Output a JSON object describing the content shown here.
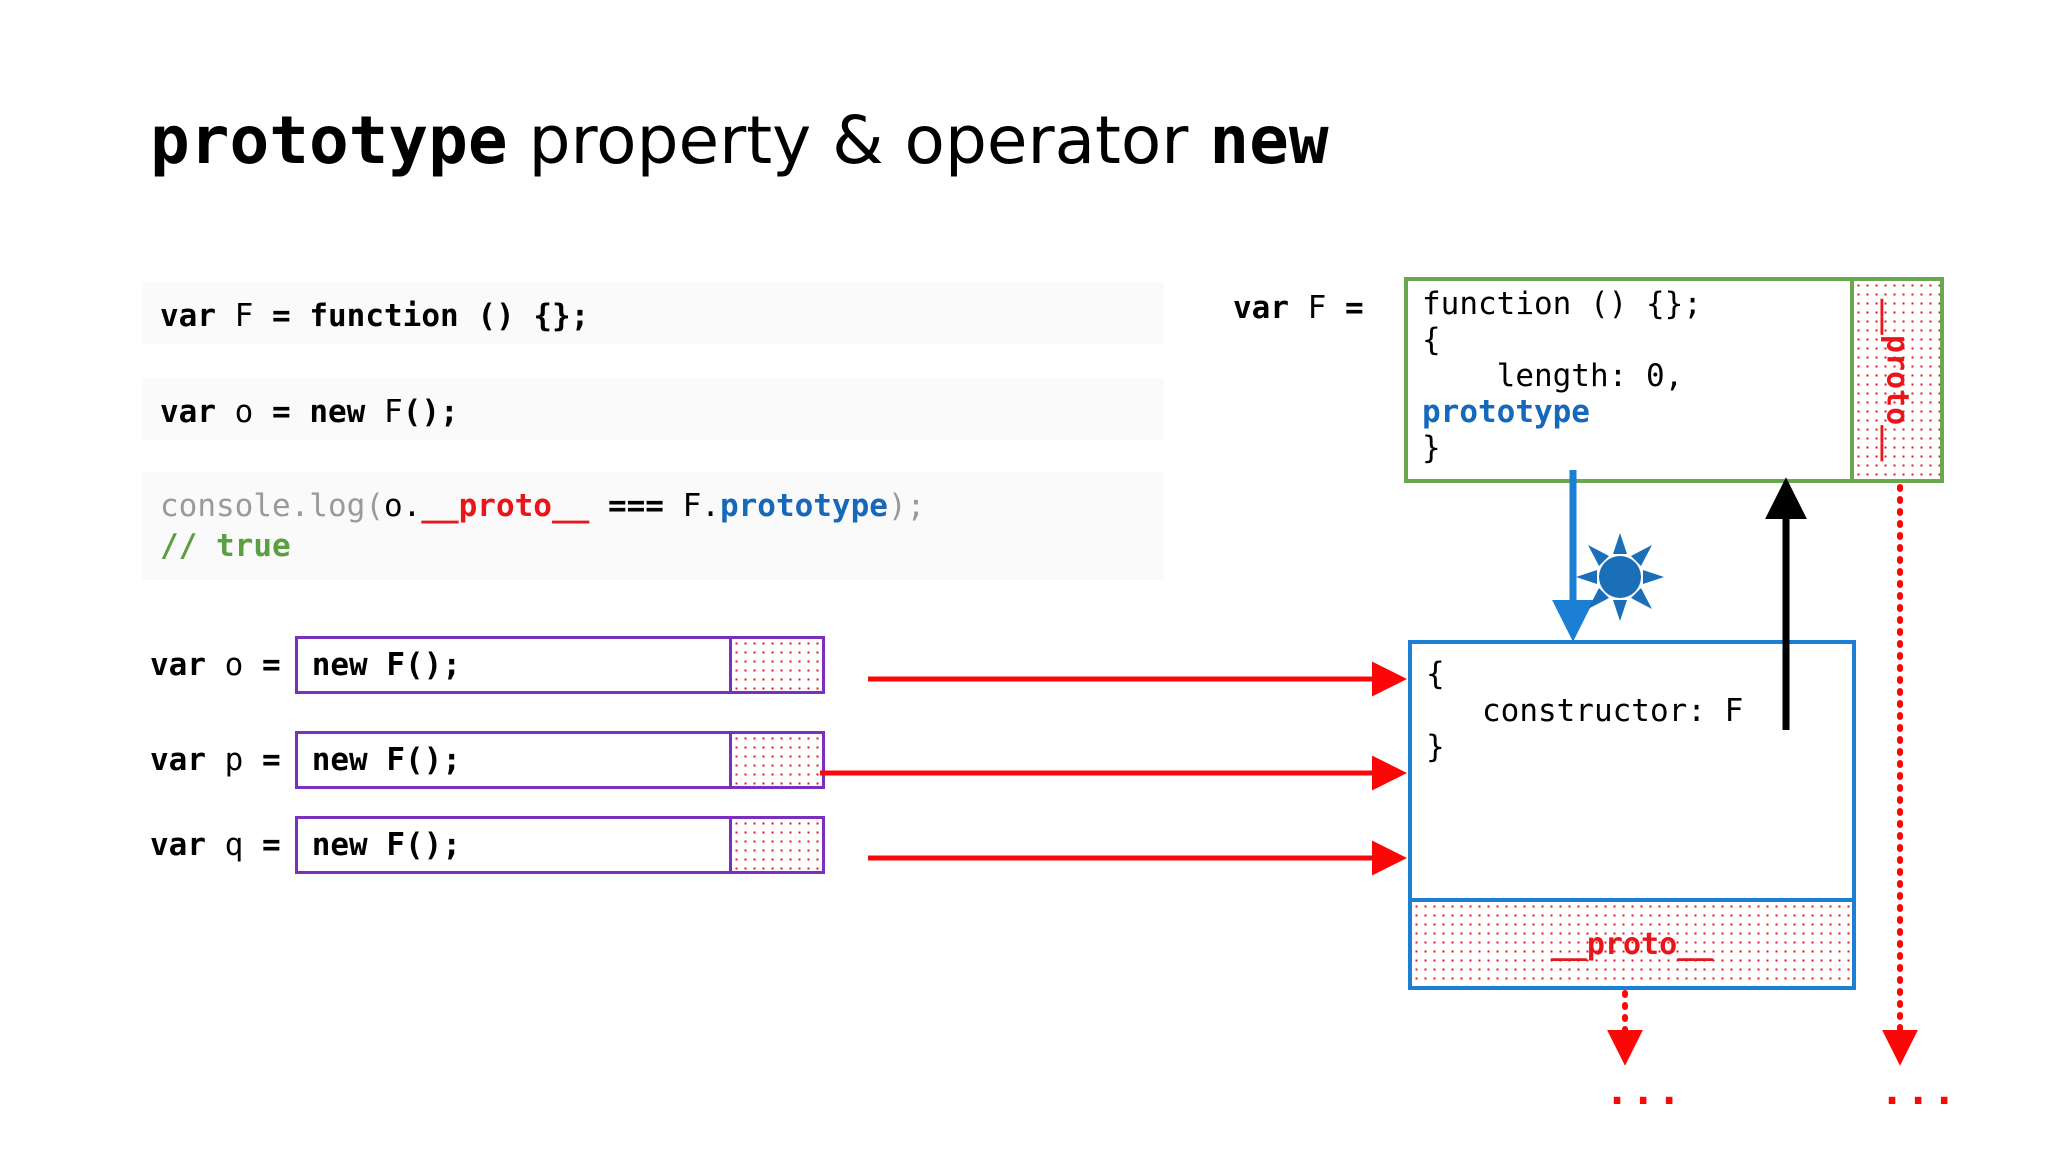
{
  "title": {
    "part1": "prototype",
    "part2": " property & operator ",
    "part3": "new"
  },
  "code_panels": [
    {
      "id": "code-panel-1",
      "tokens": [
        {
          "text": "var",
          "style": "kw"
        },
        {
          "text": " ",
          "style": "plain"
        },
        {
          "text": "F",
          "style": "ident"
        },
        {
          "text": " ",
          "style": "plain"
        },
        {
          "text": "=",
          "style": "op"
        },
        {
          "text": " ",
          "style": "plain"
        },
        {
          "text": "function",
          "style": "kw"
        },
        {
          "text": " ",
          "style": "plain"
        },
        {
          "text": "()",
          "style": "op"
        },
        {
          "text": " ",
          "style": "plain"
        },
        {
          "text": "{};",
          "style": "op"
        }
      ],
      "plain_text": "var F = function () {};"
    },
    {
      "id": "code-panel-2",
      "tokens": [
        {
          "text": "var",
          "style": "kw"
        },
        {
          "text": " ",
          "style": "plain"
        },
        {
          "text": "o",
          "style": "ident"
        },
        {
          "text": " ",
          "style": "plain"
        },
        {
          "text": "=",
          "style": "op"
        },
        {
          "text": " ",
          "style": "plain"
        },
        {
          "text": "new",
          "style": "kw"
        },
        {
          "text": " ",
          "style": "plain"
        },
        {
          "text": "F",
          "style": "ident"
        },
        {
          "text": "();",
          "style": "op"
        }
      ],
      "plain_text": "var o = new F();"
    }
  ],
  "console_line": {
    "call": "console.log",
    "open_paren": "(",
    "object": "o.",
    "proto": "__proto__",
    "equality": " === ",
    "ctor": "F.",
    "prototype": "prototype",
    "close": ");",
    "comment_slashes": "// ",
    "comment_value": "true"
  },
  "var_rows": [
    {
      "keyword": "var",
      "name": "o",
      "assign": "=",
      "expr": "new F();"
    },
    {
      "keyword": "var",
      "name": "p",
      "assign": "=",
      "expr": "new F();"
    },
    {
      "keyword": "var",
      "name": "q",
      "assign": "=",
      "expr": "new F();"
    }
  ],
  "diagram": {
    "assign_label": "var F = ",
    "function_box": {
      "line1": "function () {};",
      "line2": "{",
      "line3": "    length: 0,",
      "line4_prototype": "prototype",
      "line5": "}",
      "proto_slot_label": "__proto__",
      "border_color": "#6aa84f"
    },
    "object_box": {
      "line1": "{",
      "line2": "   constructor: F",
      "line3": "}",
      "proto_slot_label": "__proto__",
      "border_color": "#1b7fd4"
    },
    "star_icon": "sparkle-star-icon",
    "ellipsis_left": "...",
    "ellipsis_right": "..."
  },
  "colors": {
    "red": "#e8161a",
    "blue": "#1668b8",
    "green_comment": "#5b9f43",
    "green_border": "#6aa84f",
    "blue_border": "#1b7fd4",
    "purple_border": "#7b2fbe",
    "gray": "#9a9a9a"
  }
}
